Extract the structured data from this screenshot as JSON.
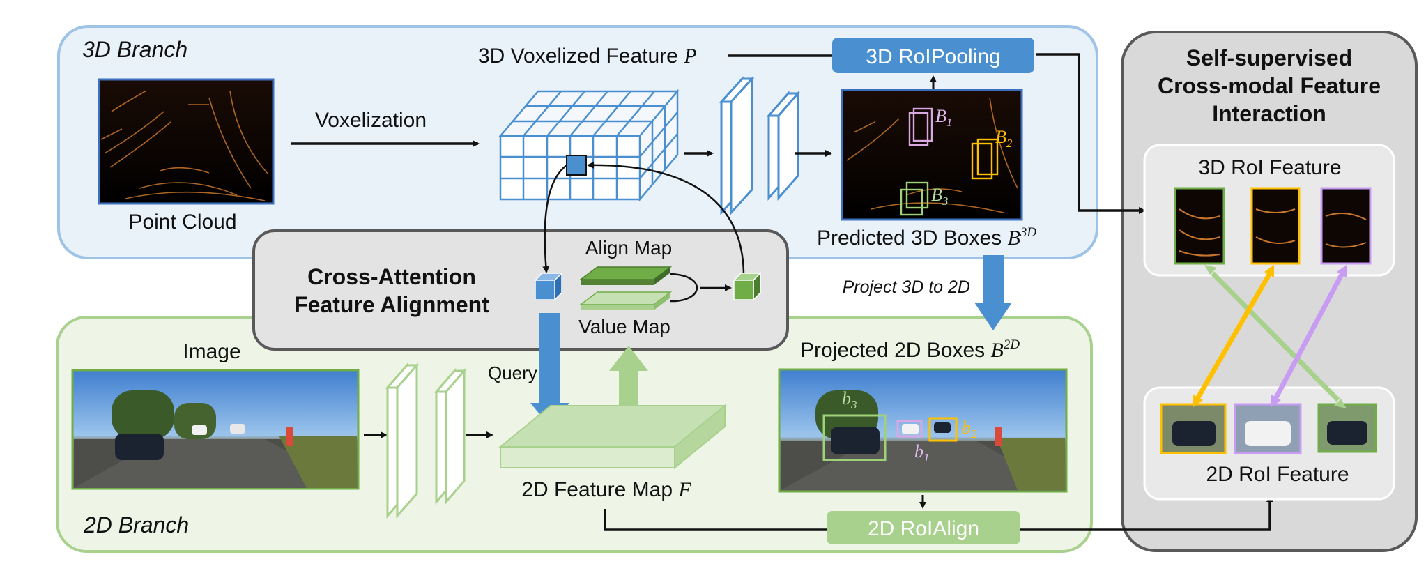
{
  "branch3d": {
    "title": "3D Branch",
    "point_cloud_label": "Point Cloud",
    "voxelization_label": "Voxelization",
    "voxel_feature_label": "3D Voxelized Feature",
    "voxel_feature_symbol": "P",
    "roipooling_label": "3D RoIPooling",
    "predicted_label": "Predicted 3D Boxes",
    "predicted_symbol": "B",
    "predicted_sup": "3D",
    "box_labels": [
      "B1",
      "B2",
      "B3"
    ]
  },
  "branch2d": {
    "title": "2D Branch",
    "image_label": "Image",
    "query_label": "Query",
    "feature_map_label": "2D Feature Map",
    "feature_map_symbol": "F",
    "projected_label": "Projected 2D Boxes",
    "projected_symbol": "B",
    "projected_sup": "2D",
    "roialign_label": "2D RoIAlign",
    "box_labels": [
      "b3",
      "b2",
      "b1"
    ]
  },
  "alignment": {
    "title_line1": "Cross-Attention",
    "title_line2": "Feature Alignment",
    "align_map_label": "Align Map",
    "value_map_label": "Value Map"
  },
  "projection": {
    "label": "Project 3D to 2D"
  },
  "selfsup": {
    "title_line1": "Self-supervised",
    "title_line2": "Cross-modal Feature",
    "title_line3": "Interaction",
    "roi3d_label": "3D RoI Feature",
    "roi2d_label": "2D RoI Feature"
  },
  "colors": {
    "blue_panel": "#e9f1f9",
    "blue_border": "#9ec3e6",
    "blue_accent": "#4a8fd0",
    "green_panel": "#eef5e6",
    "green_border": "#a9d18e",
    "green_accent": "#70ad47",
    "gray_panel": "#d9d9d9",
    "gray_border": "#595959",
    "yellow": "#ffc000",
    "purple": "#c89cf2"
  }
}
